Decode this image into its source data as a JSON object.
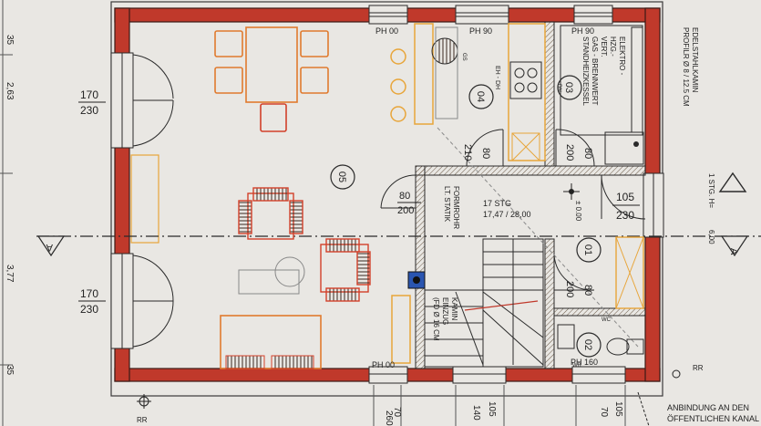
{
  "labels": {
    "ph00_top": "PH 00",
    "ph90_top": "PH 90",
    "ph90_right": "PH 90",
    "ph00_bottom": "PH 00",
    "ph160": "PH 160",
    "room_04": "04",
    "room_03": "03",
    "room_05": "05",
    "room_01": "01",
    "room_02": "02",
    "door_170_230_top": "170",
    "door_230_top": "230",
    "door_170_230_bottom": "170",
    "door_230_bottom": "230",
    "door_80_210_a": "80",
    "door_210_a": "210",
    "door_80_200_b": "80",
    "door_200_b": "200",
    "door_80_200_left": "80",
    "door_200_left": "200",
    "door_80_200_mid": "80",
    "door_200_mid": "200",
    "door_105_230": "105",
    "door_230_right": "230",
    "stairs_title": "17 STG",
    "stairs_dims": "17,47 / 28,00",
    "stairs_level": "± 0.00",
    "formrohr_1": "FORMROHR",
    "formrohr_2": "LT. STATIK",
    "kamin_1": "KAMIN",
    "kamin_2": "EINZUG",
    "kamin_3": "(FD Ø 16 CM",
    "gas_1": "ELEKTRO -",
    "gas_2": "HZG.-",
    "gas_3": "VERT.",
    "gas_4": "GAS - BRENNWERT",
    "gas_5": "STANDHEIZKESSEL",
    "edelstahl_1": "EDELSTAHLKAMIN",
    "edelstahl_2": "PROFILR Ø 8 / 12.5 CM",
    "stock_1": "1 STG. H=",
    "stock_2": "6,00",
    "section_a": "A",
    "dim_35_top": "35",
    "dim_263": "2,63",
    "dim_377": "3,77",
    "dim_35_bottom": "35",
    "dim_260": "260",
    "dim_70a": "70",
    "dim_140": "140",
    "dim_105a": "105",
    "dim_70b": "70",
    "dim_105b": "105",
    "rr_left": "RR",
    "rr_right": "RR",
    "anbindung_1": "ANBINDUNG AN DEN",
    "anbindung_2": "ÖFFENTLICHEN KANAL",
    "eh_label": "EH - DH",
    "gs_label": "GS",
    "wc_label": "WC",
    "wb_label": "WB",
    "dn_label": "DN"
  },
  "colors": {
    "wall": "#c0392b",
    "wall_dark": "#3a1a16",
    "paper": "#e9e7e3",
    "furniture_orange": "#e07a2e",
    "furniture_red": "#d2402a",
    "fixture_yellow": "#e8a53a",
    "line_dark": "#2a2a2a",
    "line_gray": "#8a8a8a",
    "gas_blue": "#2a55b0"
  }
}
